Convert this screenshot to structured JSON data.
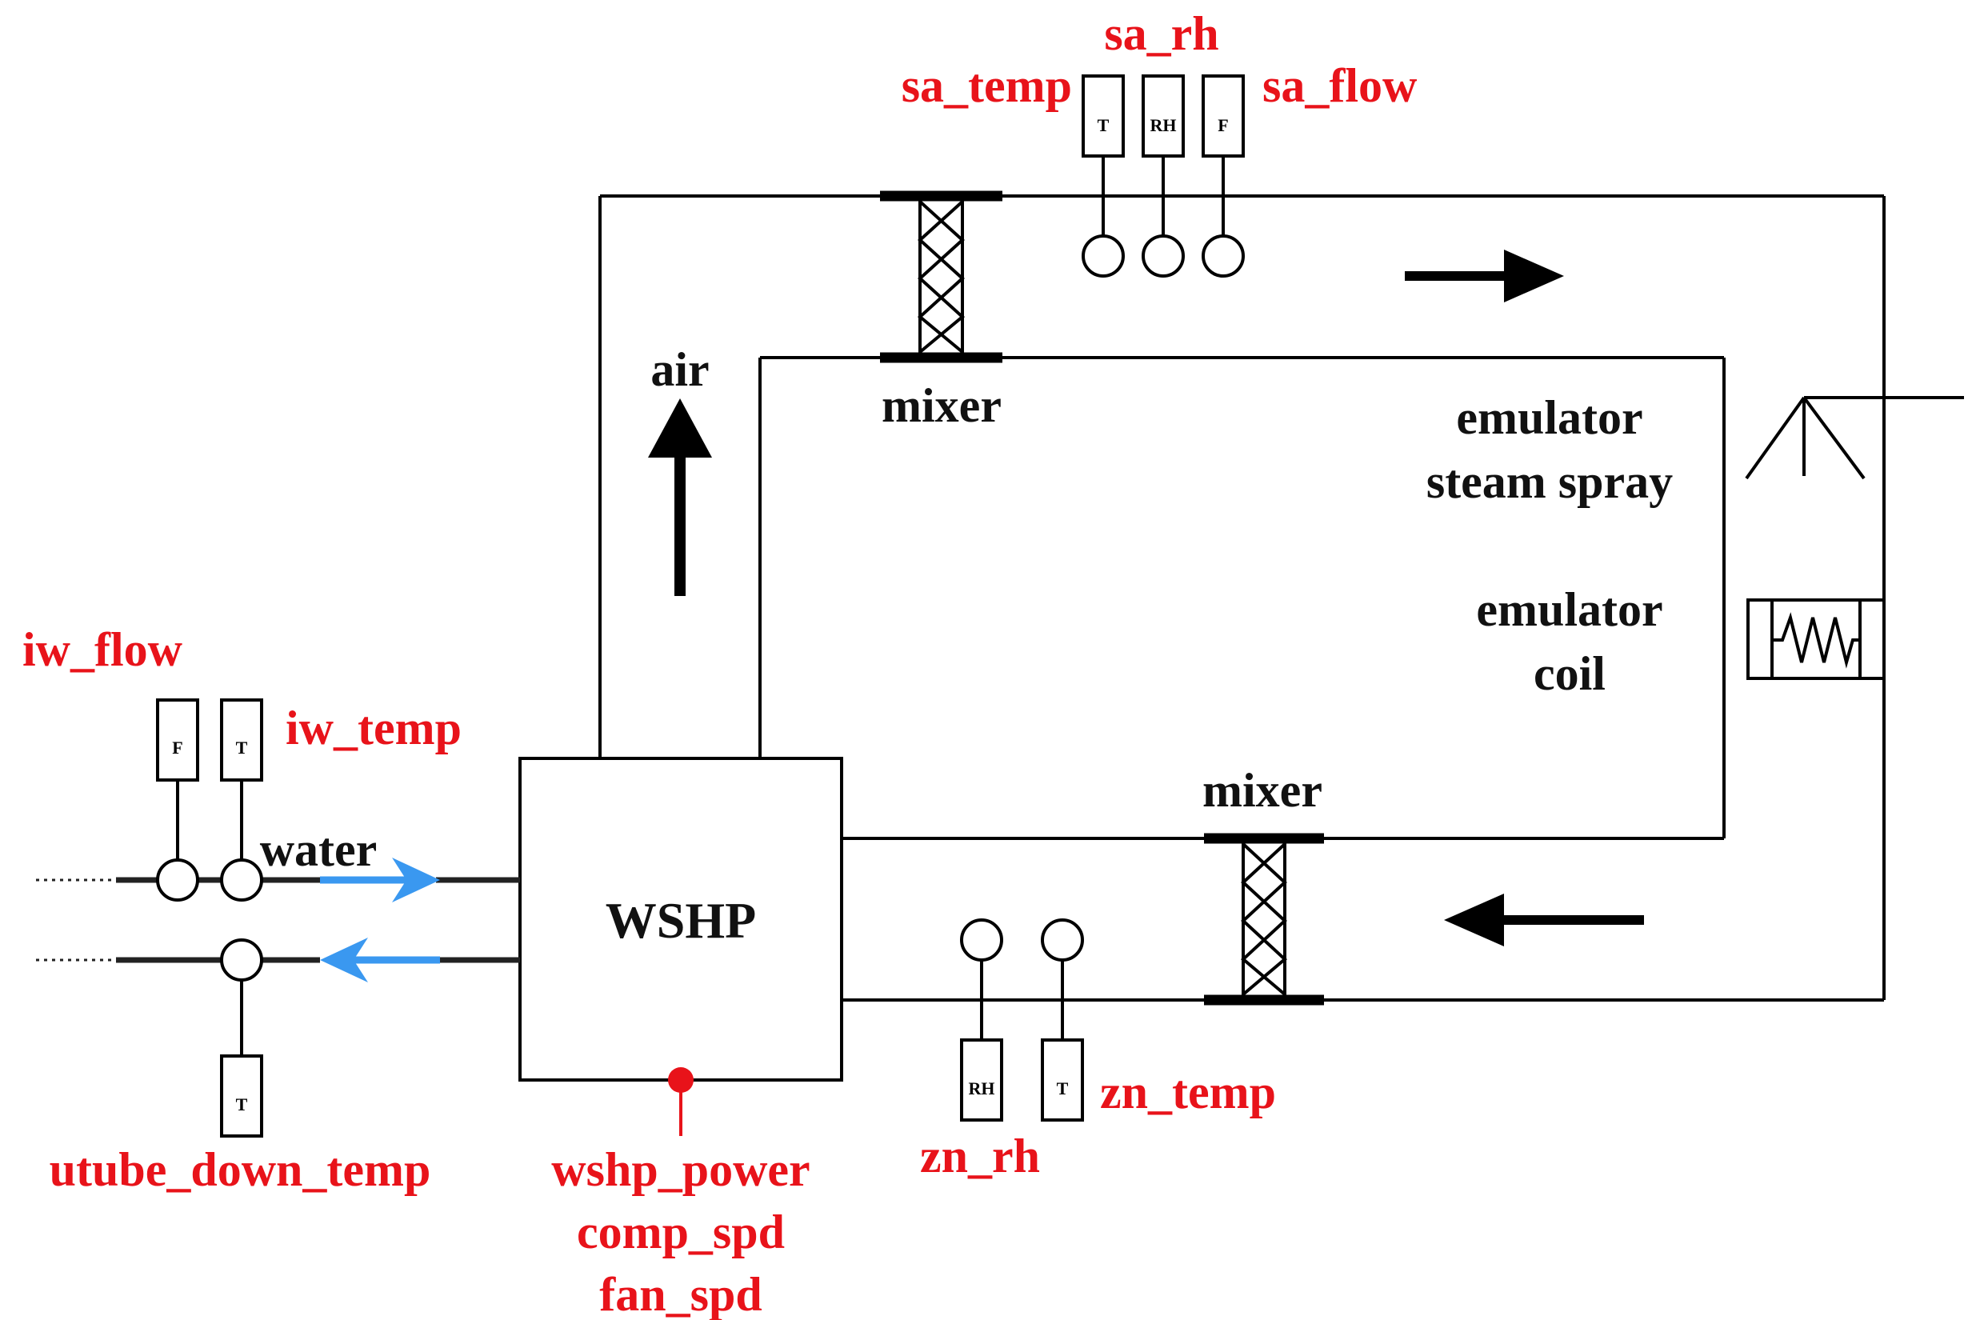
{
  "diagram": {
    "labels": {
      "air": "air",
      "water": "water",
      "mixer_top": "mixer",
      "mixer_bottom": "mixer",
      "wshp": "WSHP",
      "emulator_steam_line1": "emulator",
      "emulator_steam_line2": "steam spray",
      "emulator_coil_line1": "emulator",
      "emulator_coil_line2": "coil"
    },
    "sensors": {
      "sa_rh": "sa_rh",
      "sa_temp": "sa_temp",
      "sa_flow": "sa_flow",
      "iw_flow": "iw_flow",
      "iw_temp": "iw_temp",
      "utube_down_temp": "utube_down_temp",
      "wshp_power": "wshp_power",
      "comp_spd": "comp_spd",
      "fan_spd": "fan_spd",
      "zn_temp": "zn_temp",
      "zn_rh": "zn_rh"
    },
    "tags": {
      "T": "T",
      "RH": "RH",
      "F": "F"
    },
    "colors": {
      "sensor_text": "#e8131a",
      "water_arrow": "#3a98f0",
      "line": "#000000"
    }
  }
}
